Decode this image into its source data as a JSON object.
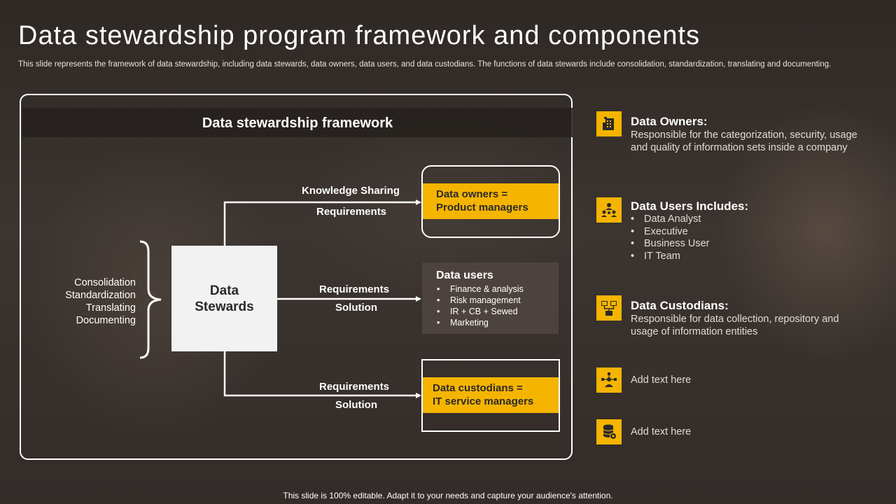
{
  "slide": {
    "title": "Data stewardship program framework and components",
    "subtitle": "This slide represents the framework of data stewardship, including data stewards, data owners, data users, and data custodians. The functions of data stewards include consolidation, standardization, translating and documenting.",
    "footer": "This slide is 100% editable. Adapt it to your needs and capture your audience's attention."
  },
  "framework": {
    "title": "Data stewardship framework",
    "functions": [
      "Consolidation",
      "Standardization",
      "Translating",
      "Documenting"
    ],
    "center": "Data Stewards",
    "flows": [
      {
        "label_top": "Knowledge Sharing",
        "label_bottom": "Requirements"
      },
      {
        "label_top": "Requirements",
        "label_bottom": "Solution"
      },
      {
        "label_top": "Requirements",
        "label_bottom": "Solution"
      }
    ],
    "owners_box": {
      "line1": "Data owners =",
      "line2": "Product managers"
    },
    "users_box": {
      "title": "Data users",
      "items": [
        "Finance & analysis",
        "Risk management",
        "IR + CB + Sewed",
        "Marketing"
      ]
    },
    "custodians_box": {
      "line1": "Data custodians =",
      "line2": "IT service managers"
    }
  },
  "components": {
    "owners": {
      "heading": "Data Owners:",
      "description": "Responsible for the categorization, security, usage and quality of information sets inside a company",
      "icon": "building-data-icon"
    },
    "users": {
      "heading": "Data Users Includes:",
      "items": [
        "Data Analyst",
        "Executive",
        "Business User",
        "IT Team"
      ],
      "icon": "user-group-icon"
    },
    "custodians": {
      "heading": "Data Custodians:",
      "description": "Responsible for data collection, repository and usage of information entities",
      "icon": "network-monitors-icon"
    },
    "extra1": {
      "text": "Add text here",
      "icon": "person-network-icon"
    },
    "extra2": {
      "text": "Add text here",
      "icon": "database-gear-icon"
    }
  },
  "colors": {
    "accent": "#f5b400",
    "background": "#3a332f",
    "text": "#ffffff",
    "box_fill": "#f2f2f2"
  }
}
